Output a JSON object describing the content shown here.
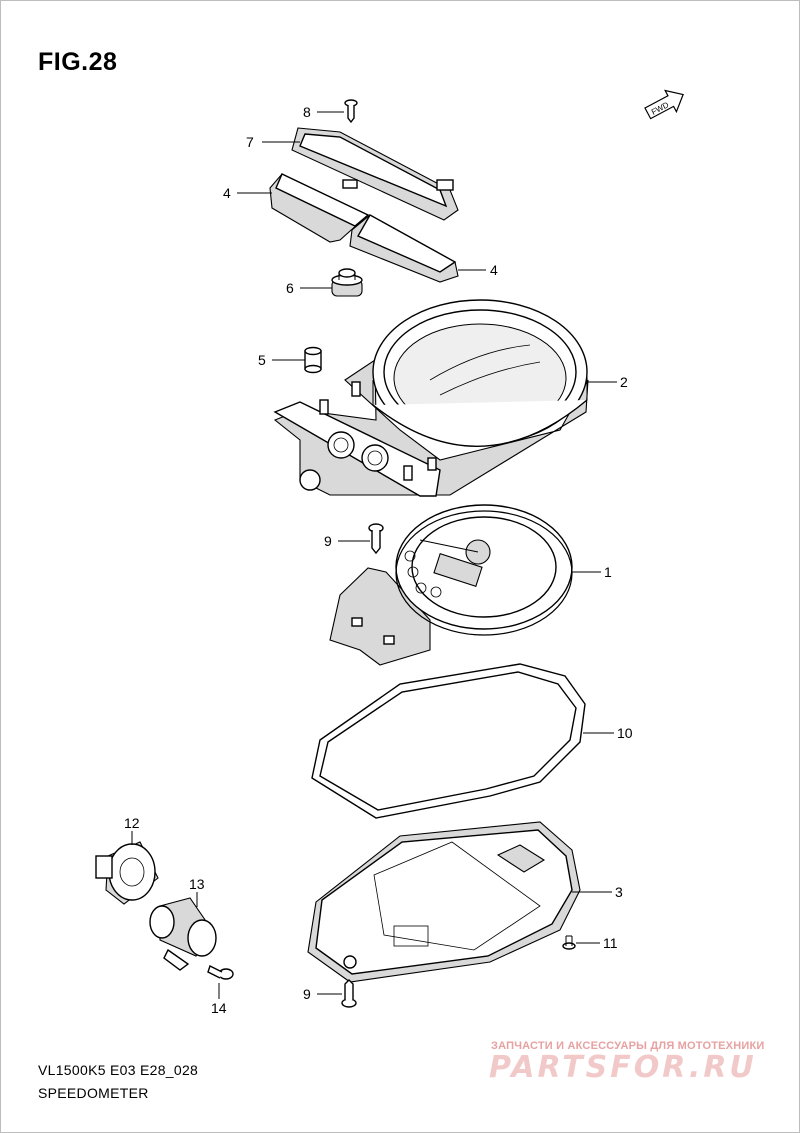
{
  "figure": {
    "title": "FIG.28"
  },
  "direction_badge": {
    "text": "FWD"
  },
  "footer": {
    "code": "VL1500K5 E03 E28_028",
    "caption": "SPEEDOMETER"
  },
  "watermark": {
    "tagline": "ЗАПЧАСТИ И АКСЕССУАРЫ ДЛЯ МОТОТЕХНИКИ",
    "brand": "PARTSFOR.RU"
  },
  "callouts": [
    {
      "number": "8"
    },
    {
      "number": "7"
    },
    {
      "number": "4"
    },
    {
      "number": "4"
    },
    {
      "number": "6"
    },
    {
      "number": "5"
    },
    {
      "number": "2"
    },
    {
      "number": "9"
    },
    {
      "number": "1"
    },
    {
      "number": "10"
    },
    {
      "number": "12"
    },
    {
      "number": "13"
    },
    {
      "number": "3"
    },
    {
      "number": "11"
    },
    {
      "number": "9"
    },
    {
      "number": "14"
    }
  ],
  "colors": {
    "line": "#000000",
    "watermark": "#e7a1a1",
    "frame": "#bdbdbd"
  }
}
